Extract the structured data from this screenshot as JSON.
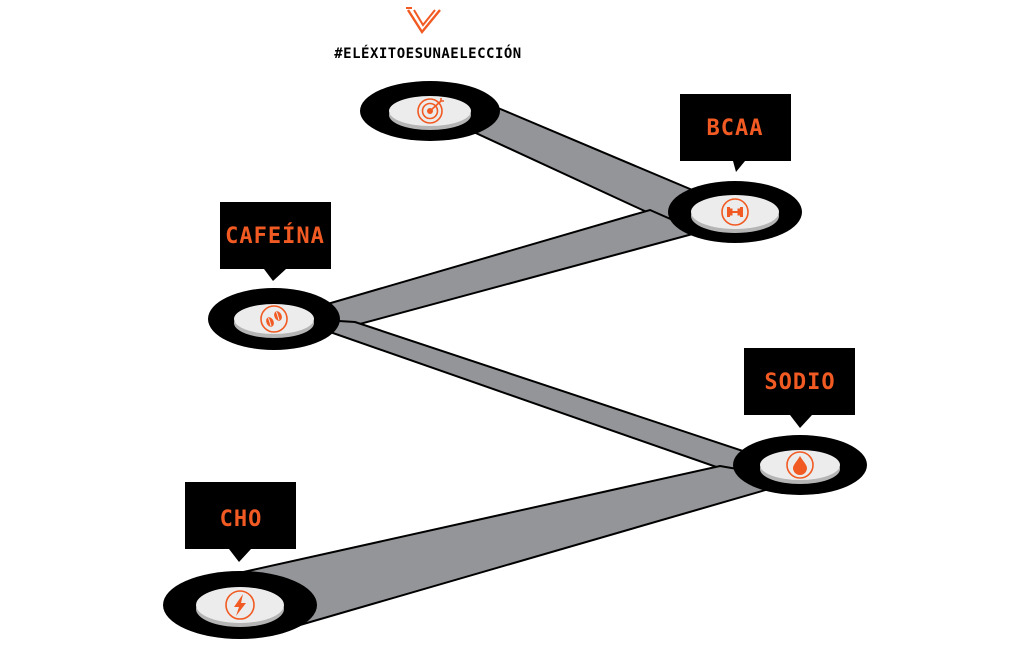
{
  "brand": {
    "hashtag": "#ELÉXITOESUNAELECCIÓN",
    "logo_icon": "chevron-check-logo"
  },
  "colors": {
    "accent": "#f15a22",
    "dark": "#000000",
    "path": "#939598",
    "disc": "#ececec",
    "disc_shadow": "#b5b5b5"
  },
  "nodes": [
    {
      "id": "goal",
      "label": "",
      "icon": "target-icon"
    },
    {
      "id": "bcaa",
      "label": "BCAA",
      "icon": "dumbbell-icon"
    },
    {
      "id": "cafeina",
      "label": "CAFEÍNA",
      "icon": "coffee-bean-icon"
    },
    {
      "id": "sodio",
      "label": "SODIO",
      "icon": "water-drop-icon"
    },
    {
      "id": "cho",
      "label": "CHO",
      "icon": "lightning-icon"
    }
  ]
}
